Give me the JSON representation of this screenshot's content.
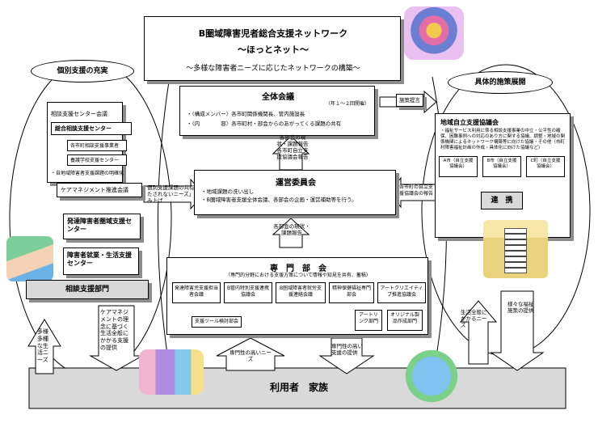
{
  "title": {
    "line1": "B圏域障害児者総合支援ネットワーク",
    "line2": "〜ほっとネット〜",
    "line3": "〜多様な障害者ニーズに応じたネットワークの構築〜"
  },
  "left_section": {
    "header": "個別支援の充実",
    "consult_meeting": "相談支援センター会議",
    "general_center": "総合相談支援センター",
    "city_office": "各市町相談支援事業者",
    "school": "養護学校支援センター",
    "clarify": "・自地域障害者支援課題の明確化",
    "care_meeting": "ケアマネジメント推進会議",
    "dev_center": "発達障害者圏域支援センター",
    "employment_center": "障害者就業・生活支援センター",
    "dept": "相談支援部門",
    "side_text": "ケアマネジメントの理念に基づく生活全般にかかる支援の提供",
    "arrow_text": "多様多種な生活ニーズ"
  },
  "right_section": {
    "header": "具体的施策展開",
    "regional_council": "地域自立支援協議会",
    "council_desc": "・福祉サービス利用に係る相談支援事業の中立・公平性の確保、困難事例への対応のあり方に関する協議、調整・地域の関係機関によるネットワーク構築等に向けた協議・その他（市町村障害福祉計画の作成・具体化に向けた協議など）",
    "a_city": "A市（自立支援協議会）",
    "b_city": "B市（自立支援協議会）",
    "c_town": "C町（自立支援協議会）",
    "cooperation": "連　携",
    "policy_proposal": "施策提言",
    "report_label": "各市町の自立支援協議会の報告",
    "life_needs": "生活全般にかかるニーズ",
    "various_services": "様々な福祉施策の提供"
  },
  "general_meeting": {
    "title": "全体会議",
    "freq": "（年１〜２回開催）",
    "members": "・〈構成メンバー〉各市町関係機関長、管内施設長",
    "content": "・〈内　　　　容〉各市町村・部会からのあがってくる課題の共有"
  },
  "arrow_up_text": "各部会の現状・課題報告\n各市町自立支援協議会報告",
  "steering": {
    "title": "運営委員会",
    "line1": "・地域課題の洗い出し",
    "line2": "・B圏域障害者支援全体会議、各部会の企画・運営補助等を行う。"
  },
  "left_share_text": "個別支援課題の共有「みたされないニーズ」の積み上げ",
  "arrow_up2_text": "各部会の現状・課題報告",
  "subcommittee": {
    "title": "専　門　部　会",
    "desc": "（専門的分野における支援方策について情報や知見を共有、蓄積）",
    "items": [
      "発達障害児支援担当者会議",
      "B管内特別支援連携協議会",
      "B圏域障害者就労支援連絡会議",
      "精神保健福祉専門部会",
      "アートクリエイティブ推進協議会"
    ],
    "tool_meeting": "支援ツール検討部会",
    "art_link": "アートリンク部門",
    "original": "オリジナル製品作成部門"
  },
  "bottom": {
    "users": "利用者　家族",
    "expert_needs": "専門性の高いニーズ",
    "expert_support": "専門性の高い支援の提供"
  }
}
